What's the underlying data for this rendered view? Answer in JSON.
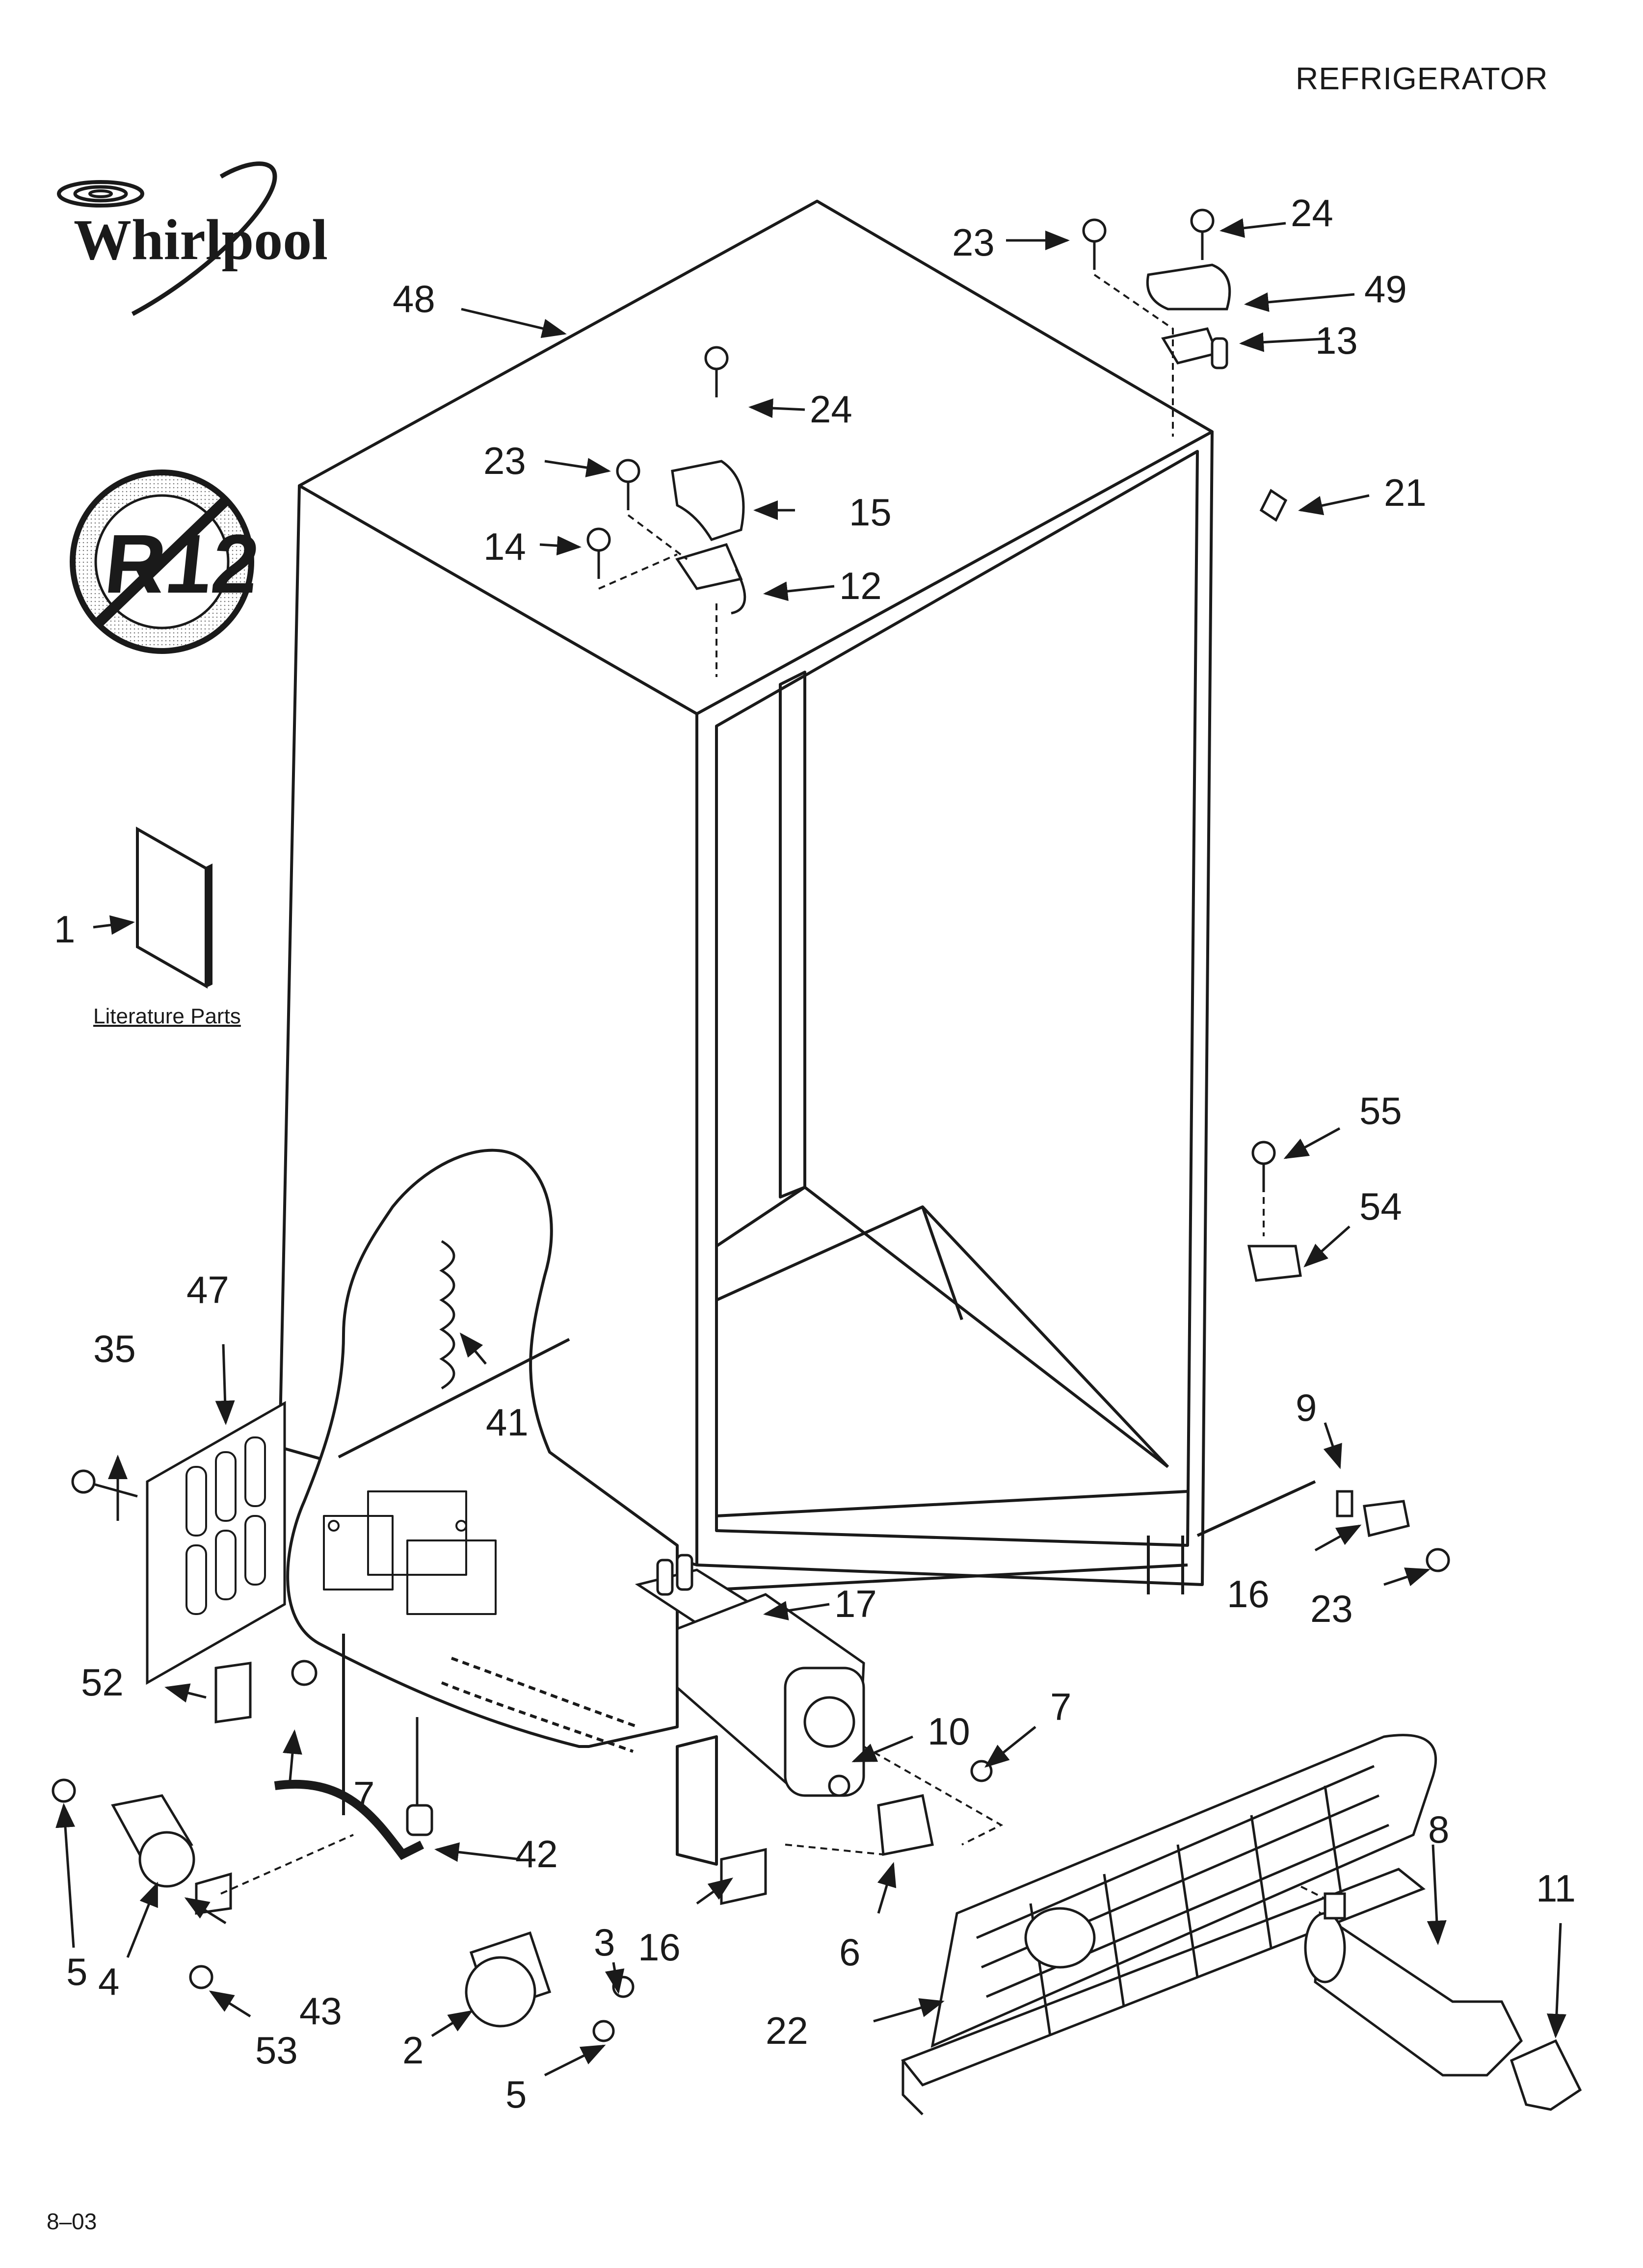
{
  "header": {
    "title": "REFRIGERATOR"
  },
  "brand": {
    "logo_text": "Whirlpool",
    "badge_text": "R12"
  },
  "footer": {
    "code": "8–03"
  },
  "literature": {
    "label": "Literature Parts"
  },
  "callouts": [
    {
      "id": "c1",
      "text": "1"
    },
    {
      "id": "c2",
      "text": "2"
    },
    {
      "id": "c3",
      "text": "3"
    },
    {
      "id": "c4",
      "text": "4"
    },
    {
      "id": "c5a",
      "text": "5"
    },
    {
      "id": "c5b",
      "text": "5"
    },
    {
      "id": "c6",
      "text": "6"
    },
    {
      "id": "c7a",
      "text": "7"
    },
    {
      "id": "c7b",
      "text": "7"
    },
    {
      "id": "c8",
      "text": "8"
    },
    {
      "id": "c9",
      "text": "9"
    },
    {
      "id": "c10",
      "text": "10"
    },
    {
      "id": "c11",
      "text": "11"
    },
    {
      "id": "c12",
      "text": "12"
    },
    {
      "id": "c13",
      "text": "13"
    },
    {
      "id": "c14",
      "text": "14"
    },
    {
      "id": "c15",
      "text": "15"
    },
    {
      "id": "c16a",
      "text": "16"
    },
    {
      "id": "c16b",
      "text": "16"
    },
    {
      "id": "c17",
      "text": "17"
    },
    {
      "id": "c21",
      "text": "21"
    },
    {
      "id": "c22",
      "text": "22"
    },
    {
      "id": "c23a",
      "text": "23"
    },
    {
      "id": "c23b",
      "text": "23"
    },
    {
      "id": "c23c",
      "text": "23"
    },
    {
      "id": "c24a",
      "text": "24"
    },
    {
      "id": "c24b",
      "text": "24"
    },
    {
      "id": "c35",
      "text": "35"
    },
    {
      "id": "c41",
      "text": "41"
    },
    {
      "id": "c42",
      "text": "42"
    },
    {
      "id": "c43",
      "text": "43"
    },
    {
      "id": "c47",
      "text": "47"
    },
    {
      "id": "c48",
      "text": "48"
    },
    {
      "id": "c49",
      "text": "49"
    },
    {
      "id": "c52",
      "text": "52"
    },
    {
      "id": "c53",
      "text": "53"
    },
    {
      "id": "c54",
      "text": "54"
    },
    {
      "id": "c55",
      "text": "55"
    }
  ],
  "colors": {
    "ink": "#1a1a1a",
    "paper": "#ffffff",
    "shade": "#e6e6e6"
  }
}
